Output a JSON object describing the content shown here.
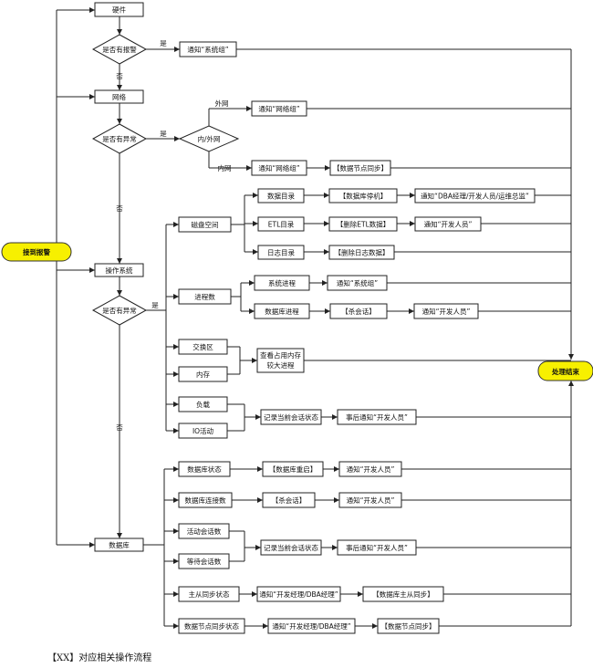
{
  "start": "接到报警",
  "end": "处理结束",
  "yes": "是",
  "no": "否",
  "hardware": {
    "label": "硬件",
    "decision": "是否有报警",
    "notify": "通知“系统组”"
  },
  "network": {
    "label": "网络",
    "decision": "是否有异常",
    "scope": "内/外网",
    "external": "外网",
    "internal": "内网",
    "notify_external": "通知“网络组”",
    "notify_internal": "通知“网络组”",
    "sync": "【数据节点同步】"
  },
  "os": {
    "label": "操作系统",
    "decision": "是否有异常",
    "disk": {
      "label": "磁盘空间",
      "data_dir": "数据目录",
      "stop_db": "【数据库停机】",
      "notify_all": "通知“DBA经理/开发人员/运维总监”",
      "etl_dir": "ETL目录",
      "del_etl": "【删除ETL数据】",
      "notify_dev1": "通知“开发人员”",
      "log_dir": "日志目录",
      "del_log": "【删除日志数据】"
    },
    "process": {
      "label": "进程数",
      "sys_proc": "系统进程",
      "notify_sys": "通知“系统组”",
      "db_proc": "数据库进程",
      "kill": "【杀会话】",
      "notify_dev": "通知“开发人员”"
    },
    "swap": "交换区",
    "memory": "内存",
    "mem_check": [
      "查看占用内存",
      "较大进程"
    ],
    "load": "负载",
    "io": "IO活动",
    "record": "记录当前会话状态",
    "after_notify": "事后通知“开发人员”"
  },
  "db": {
    "label": "数据库",
    "state": "数据库状态",
    "restart": "【数据库重启】",
    "notify_state": "通知“开发人员”",
    "conn": "数据库连接数",
    "kill": "【杀会话】",
    "notify_conn": "通知“开发人员”",
    "active": "活动会话数",
    "waiting": "等待会话数",
    "record": "记录当前会话状态",
    "after_notify": "事后通知“开发人员”",
    "ms_sync": "主从同步状态",
    "notify_dev_dba1": "通知“开发经理/DBA经理”",
    "ms_fix": "【数据库主从同步】",
    "node_sync": "数据节点同步状态",
    "notify_dev_dba2": "通知“开发经理/DBA经理”",
    "node_fix": "【数据节点同步】"
  },
  "caption": "【XX】对应相关操作流程"
}
